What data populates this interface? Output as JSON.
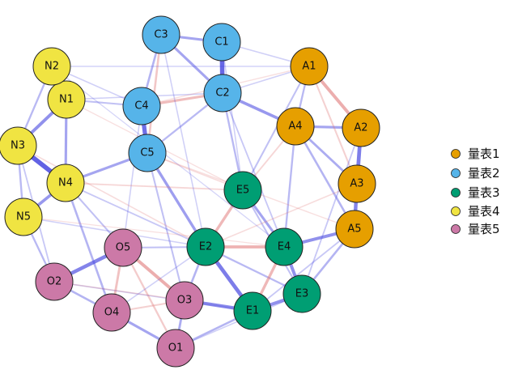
{
  "colors": {
    "量表1": "#E69F00",
    "量表2": "#56B4E9",
    "量表3": "#009E73",
    "量表4": "#F0E442",
    "量表5": "#CC79A7",
    "positive_edge": "#4848E0",
    "negative_edge": "#E07878"
  },
  "legend": [
    {
      "label": "量表1",
      "group": "量表1"
    },
    {
      "label": "量表2",
      "group": "量表2"
    },
    {
      "label": "量表3",
      "group": "量表3"
    },
    {
      "label": "量表4",
      "group": "量表4"
    },
    {
      "label": "量表5",
      "group": "量表5"
    }
  ],
  "nodes": [
    {
      "id": "A1",
      "group": "量表1"
    },
    {
      "id": "A2",
      "group": "量表1"
    },
    {
      "id": "A3",
      "group": "量表1"
    },
    {
      "id": "A4",
      "group": "量表1"
    },
    {
      "id": "A5",
      "group": "量表1"
    },
    {
      "id": "C1",
      "group": "量表2"
    },
    {
      "id": "C2",
      "group": "量表2"
    },
    {
      "id": "C3",
      "group": "量表2"
    },
    {
      "id": "C4",
      "group": "量表2"
    },
    {
      "id": "C5",
      "group": "量表2"
    },
    {
      "id": "E1",
      "group": "量表3"
    },
    {
      "id": "E2",
      "group": "量表3"
    },
    {
      "id": "E3",
      "group": "量表3"
    },
    {
      "id": "E4",
      "group": "量表3"
    },
    {
      "id": "E5",
      "group": "量表3"
    },
    {
      "id": "N1",
      "group": "量表4"
    },
    {
      "id": "N2",
      "group": "量表4"
    },
    {
      "id": "N3",
      "group": "量表4"
    },
    {
      "id": "N4",
      "group": "量表4"
    },
    {
      "id": "N5",
      "group": "量表4"
    },
    {
      "id": "O1",
      "group": "量表5"
    },
    {
      "id": "O2",
      "group": "量表5"
    },
    {
      "id": "O3",
      "group": "量表5"
    },
    {
      "id": "O4",
      "group": "量表5"
    },
    {
      "id": "O5",
      "group": "量表5"
    }
  ],
  "edges": [
    {
      "source": "C1",
      "target": "C2",
      "weight": 0.9,
      "sign": "positive"
    },
    {
      "source": "C4",
      "target": "C5",
      "weight": 0.85,
      "sign": "positive"
    },
    {
      "source": "N3",
      "target": "N4",
      "weight": 0.95,
      "sign": "positive"
    },
    {
      "source": "N1",
      "target": "N2",
      "weight": 0.6,
      "sign": "positive"
    },
    {
      "source": "N1",
      "target": "N3",
      "weight": 0.6,
      "sign": "positive"
    },
    {
      "source": "N4",
      "target": "N5",
      "weight": 0.55,
      "sign": "positive"
    },
    {
      "source": "N1",
      "target": "N4",
      "weight": 0.45,
      "sign": "positive"
    },
    {
      "source": "N2",
      "target": "N3",
      "weight": 0.3,
      "sign": "positive"
    },
    {
      "source": "N3",
      "target": "N5",
      "weight": 0.3,
      "sign": "positive"
    },
    {
      "source": "C3",
      "target": "C1",
      "weight": 0.45,
      "sign": "positive"
    },
    {
      "source": "C3",
      "target": "C4",
      "weight": 0.35,
      "sign": "positive"
    },
    {
      "source": "C3",
      "target": "C2",
      "weight": 0.45,
      "sign": "positive"
    },
    {
      "source": "C4",
      "target": "C2",
      "weight": 0.45,
      "sign": "negative"
    },
    {
      "source": "C3",
      "target": "C5",
      "weight": 0.35,
      "sign": "negative"
    },
    {
      "source": "C2",
      "target": "A4",
      "weight": 0.55,
      "sign": "positive"
    },
    {
      "source": "C2",
      "target": "C5",
      "weight": 0.3,
      "sign": "positive"
    },
    {
      "source": "A1",
      "target": "A2",
      "weight": 0.6,
      "sign": "negative"
    },
    {
      "source": "A2",
      "target": "A3",
      "weight": 0.75,
      "sign": "positive"
    },
    {
      "source": "A3",
      "target": "A5",
      "weight": 0.7,
      "sign": "positive"
    },
    {
      "source": "A4",
      "target": "A2",
      "weight": 0.45,
      "sign": "positive"
    },
    {
      "source": "A4",
      "target": "A3",
      "weight": 0.4,
      "sign": "positive"
    },
    {
      "source": "A4",
      "target": "A5",
      "weight": 0.35,
      "sign": "positive"
    },
    {
      "source": "A1",
      "target": "A4",
      "weight": 0.3,
      "sign": "positive"
    },
    {
      "source": "A1",
      "target": "A3",
      "weight": 0.25,
      "sign": "negative"
    },
    {
      "source": "A5",
      "target": "E4",
      "weight": 0.6,
      "sign": "positive"
    },
    {
      "source": "A5",
      "target": "E3",
      "weight": 0.35,
      "sign": "positive"
    },
    {
      "source": "A4",
      "target": "E4",
      "weight": 0.3,
      "sign": "positive"
    },
    {
      "source": "E2",
      "target": "E4",
      "weight": 0.55,
      "sign": "negative"
    },
    {
      "source": "E2",
      "target": "E5",
      "weight": 0.5,
      "sign": "negative"
    },
    {
      "source": "E2",
      "target": "E1",
      "weight": 0.75,
      "sign": "positive"
    },
    {
      "source": "E2",
      "target": "E3",
      "weight": 0.3,
      "sign": "positive"
    },
    {
      "source": "E4",
      "target": "E3",
      "weight": 0.6,
      "sign": "positive"
    },
    {
      "source": "E4",
      "target": "E1",
      "weight": 0.5,
      "sign": "negative"
    },
    {
      "source": "E1",
      "target": "E3",
      "weight": 0.6,
      "sign": "positive"
    },
    {
      "source": "E5",
      "target": "E4",
      "weight": 0.45,
      "sign": "positive"
    },
    {
      "source": "E5",
      "target": "E3",
      "weight": 0.25,
      "sign": "positive"
    },
    {
      "source": "O5",
      "target": "O2",
      "weight": 0.7,
      "sign": "positive"
    },
    {
      "source": "O5",
      "target": "O3",
      "weight": 0.6,
      "sign": "negative"
    },
    {
      "source": "O5",
      "target": "O4",
      "weight": 0.4,
      "sign": "negative"
    },
    {
      "source": "O5",
      "target": "O1",
      "weight": 0.3,
      "sign": "negative"
    },
    {
      "source": "O3",
      "target": "O1",
      "weight": 0.4,
      "sign": "positive"
    },
    {
      "source": "O4",
      "target": "O1",
      "weight": 0.45,
      "sign": "positive"
    },
    {
      "source": "O3",
      "target": "O4",
      "weight": 0.25,
      "sign": "negative"
    },
    {
      "source": "O2",
      "target": "O4",
      "weight": 0.35,
      "sign": "positive"
    },
    {
      "source": "O3",
      "target": "E1",
      "weight": 0.65,
      "sign": "positive"
    },
    {
      "source": "O3",
      "target": "E2",
      "weight": 0.35,
      "sign": "positive"
    },
    {
      "source": "O1",
      "target": "E1",
      "weight": 0.35,
      "sign": "positive"
    },
    {
      "source": "O5",
      "target": "E2",
      "weight": 0.25,
      "sign": "positive"
    },
    {
      "source": "C5",
      "target": "E2",
      "weight": 0.5,
      "sign": "positive"
    },
    {
      "source": "C5",
      "target": "N4",
      "weight": 0.45,
      "sign": "positive"
    },
    {
      "source": "C4",
      "target": "N1",
      "weight": 0.25,
      "sign": "positive"
    },
    {
      "source": "N4",
      "target": "O4",
      "weight": 0.35,
      "sign": "positive"
    },
    {
      "source": "N5",
      "target": "O2",
      "weight": 0.3,
      "sign": "positive"
    },
    {
      "source": "N4",
      "target": "O5",
      "weight": 0.25,
      "sign": "positive"
    },
    {
      "source": "N3",
      "target": "O2",
      "weight": 0.2,
      "sign": "positive"
    },
    {
      "source": "C2",
      "target": "E5",
      "weight": 0.3,
      "sign": "positive"
    },
    {
      "source": "C2",
      "target": "E4",
      "weight": 0.2,
      "sign": "positive"
    },
    {
      "source": "A4",
      "target": "E5",
      "weight": 0.2,
      "sign": "negative"
    },
    {
      "source": "A1",
      "target": "E5",
      "weight": 0.25,
      "sign": "positive"
    },
    {
      "source": "A2",
      "target": "E3",
      "weight": 0.2,
      "sign": "positive"
    },
    {
      "source": "A3",
      "target": "E2",
      "weight": 0.15,
      "sign": "negative"
    },
    {
      "source": "C5",
      "target": "O3",
      "weight": 0.25,
      "sign": "positive"
    },
    {
      "source": "C4",
      "target": "O5",
      "weight": 0.15,
      "sign": "positive"
    },
    {
      "source": "N4",
      "target": "E5",
      "weight": 0.2,
      "sign": "negative"
    },
    {
      "source": "N4",
      "target": "E2",
      "weight": 0.2,
      "sign": "positive"
    },
    {
      "source": "N2",
      "target": "C4",
      "weight": 0.15,
      "sign": "positive"
    },
    {
      "source": "N2",
      "target": "A1",
      "weight": 0.12,
      "sign": "positive"
    },
    {
      "source": "N1",
      "target": "C2",
      "weight": 0.15,
      "sign": "positive"
    },
    {
      "source": "N3",
      "target": "E2",
      "weight": 0.15,
      "sign": "negative"
    },
    {
      "source": "N5",
      "target": "E2",
      "weight": 0.15,
      "sign": "positive"
    },
    {
      "source": "C1",
      "target": "A1",
      "weight": 0.15,
      "sign": "positive"
    },
    {
      "source": "C1",
      "target": "E5",
      "weight": 0.15,
      "sign": "positive"
    },
    {
      "source": "C3",
      "target": "E2",
      "weight": 0.15,
      "sign": "positive"
    },
    {
      "source": "O2",
      "target": "E1",
      "weight": 0.15,
      "sign": "positive"
    },
    {
      "source": "O4",
      "target": "E2",
      "weight": 0.15,
      "sign": "positive"
    },
    {
      "source": "E1",
      "target": "A5",
      "weight": 0.2,
      "sign": "positive"
    },
    {
      "source": "O1",
      "target": "E3",
      "weight": 0.15,
      "sign": "positive"
    },
    {
      "source": "A1",
      "target": "C4",
      "weight": 0.12,
      "sign": "negative"
    },
    {
      "source": "N1",
      "target": "E5",
      "weight": 0.12,
      "sign": "negative"
    },
    {
      "source": "C5",
      "target": "A5",
      "weight": 0.12,
      "sign": "negative"
    },
    {
      "source": "N2",
      "target": "E4",
      "weight": 0.1,
      "sign": "positive"
    },
    {
      "source": "N5",
      "target": "E4",
      "weight": 0.1,
      "sign": "negative"
    },
    {
      "source": "O2",
      "target": "O3",
      "weight": 0.15,
      "sign": "negative"
    },
    {
      "source": "C2",
      "target": "A1",
      "weight": 0.15,
      "sign": "positive"
    },
    {
      "source": "C5",
      "target": "E5",
      "weight": 0.15,
      "sign": "negative"
    }
  ]
}
